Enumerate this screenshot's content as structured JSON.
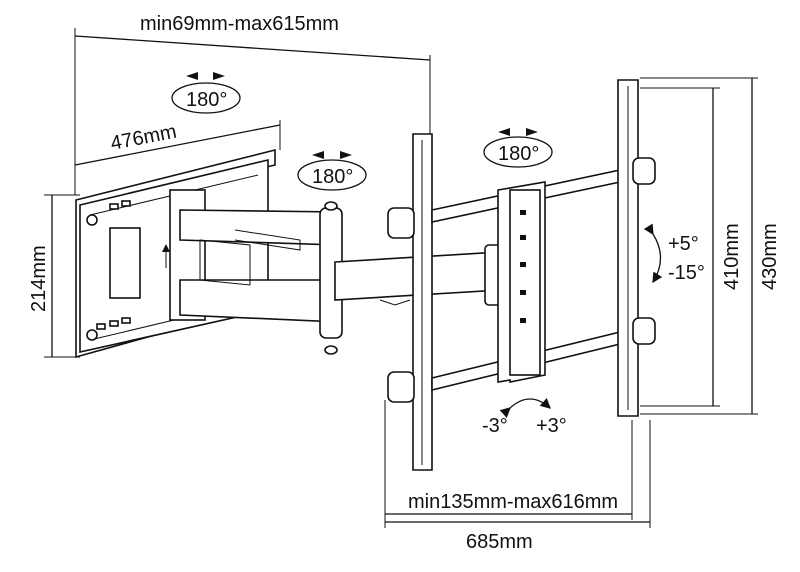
{
  "dimensions": {
    "top_extension": "min69mm-max615mm",
    "bracket_width": "476mm",
    "bracket_height": "214mm",
    "vesa_inner_height": "410mm",
    "vesa_outer_height": "430mm",
    "bottom_extension": "min135mm-max616mm",
    "total_width": "685mm"
  },
  "rotations": {
    "swivel_wall": "180°",
    "swivel_arm": "180°",
    "swivel_plate": "180°"
  },
  "tilt": {
    "up": "+5°",
    "down": "-15°"
  },
  "level": {
    "left": "-3°",
    "right": "+3°"
  }
}
